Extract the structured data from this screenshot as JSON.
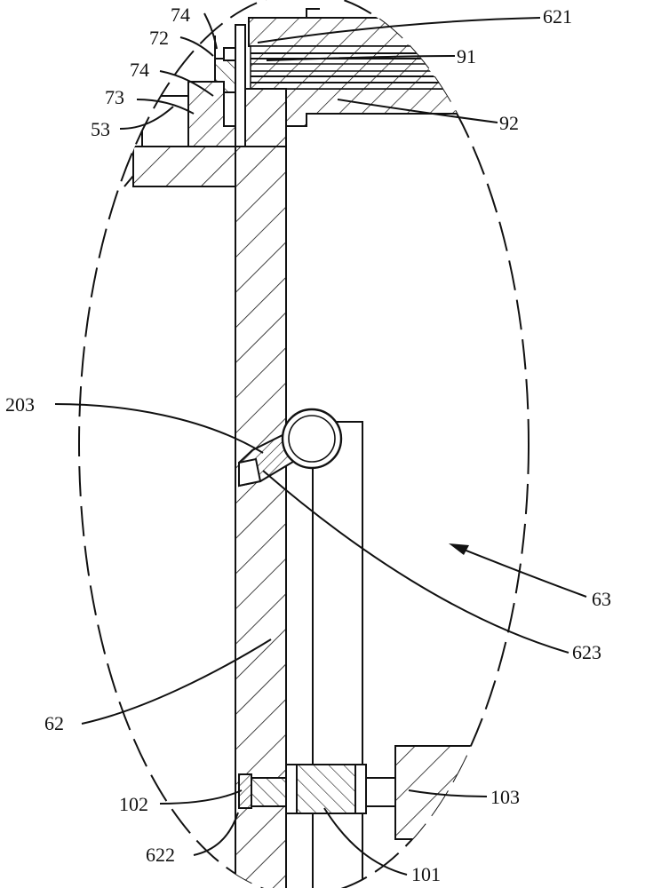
{
  "labels": {
    "l74a": "74",
    "l72": "72",
    "l74b": "74",
    "l73": "73",
    "l53": "53",
    "l621": "621",
    "l91": "91",
    "l92": "92",
    "l203": "203",
    "l63": "63",
    "l623": "623",
    "l62": "62",
    "l102": "102",
    "l103": "103",
    "l622": "622",
    "l101": "101"
  }
}
